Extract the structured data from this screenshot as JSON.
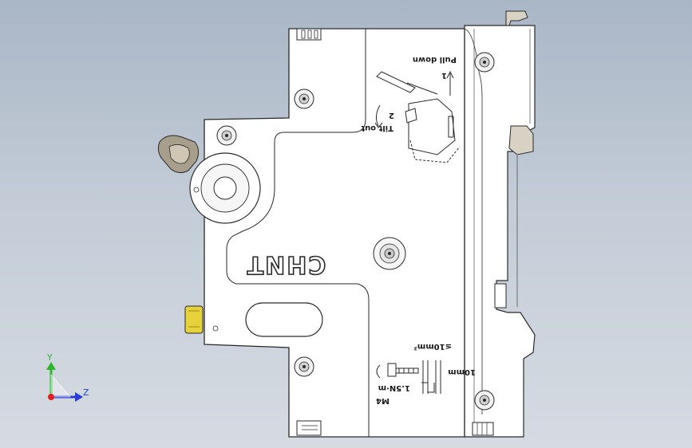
{
  "brand": "CHNT",
  "instructions": {
    "step1": "1",
    "pull_down": "Pull down",
    "step2": "2",
    "tilt_out": "Tilt out"
  },
  "terminal": {
    "strip_length": "10mm",
    "cross_section": "≤10mm²",
    "screw": "M4",
    "torque": "1.5N·m"
  },
  "triad": {
    "y_label": "Y",
    "z_label": "Z",
    "y_color": "#2fb52f",
    "z_color": "#2a3cd8",
    "origin_color": "#e02020"
  },
  "colors": {
    "body": "#ffffff",
    "outline": "#2a2a2a",
    "knob": "#a89e8c",
    "tab": "#e6d23a",
    "clip": "#d8d2c4"
  }
}
